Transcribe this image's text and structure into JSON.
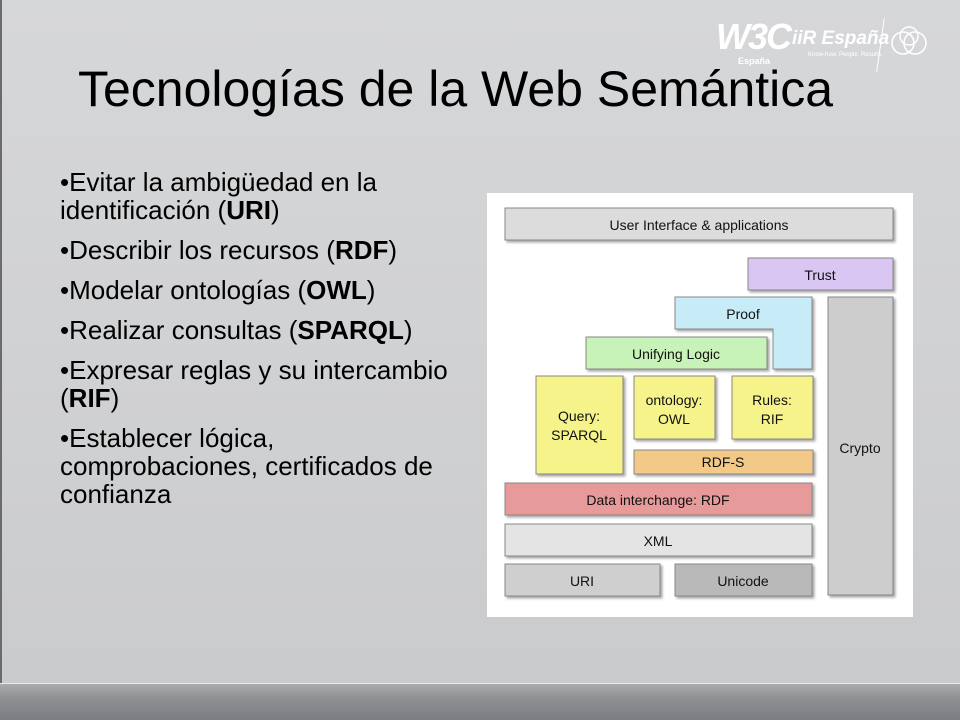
{
  "slide": {
    "title": "Tecnologías de la Web Semántica",
    "logos": {
      "w3c": "W3C",
      "w3c_sub": "España",
      "iir": "iiR España",
      "iir_tagline": "Know-how. People. Results."
    },
    "bullets": [
      {
        "pre": "•Evitar la ambigüedad en la identificación  (",
        "bold": "URI",
        "post": ")"
      },
      {
        "pre": "•Describir los recursos (",
        "bold": "RDF",
        "post": ")"
      },
      {
        "pre": "•Modelar ontologías (",
        "bold": "OWL",
        "post": ")"
      },
      {
        "pre": "•Realizar consultas (",
        "bold": "SPARQL",
        "post": ")"
      },
      {
        "pre": "•Expresar reglas y su intercambio (",
        "bold": "RIF",
        "post": ")"
      },
      {
        "pre": "•Establecer lógica, comprobaciones, certificados de confianza",
        "bold": "",
        "post": ""
      }
    ]
  },
  "stack": {
    "user_interface": "User Interface & applications",
    "trust": "Trust",
    "proof": "Proof",
    "unifying_logic": "Unifying Logic",
    "query_line1": "Query:",
    "query_line2": "SPARQL",
    "ontology_line1": "ontology:",
    "ontology_line2": "OWL",
    "rules_line1": "Rules:",
    "rules_line2": "RIF",
    "rdfs": "RDF-S",
    "crypto": "Crypto",
    "data_interchange": "Data interchange: RDF",
    "xml": "XML",
    "uri": "URI",
    "unicode": "Unicode"
  },
  "colors": {
    "ui": "#dcdcdc",
    "trust": "#d9c6f2",
    "proof": "#c7ecf7",
    "logic": "#c7f2b8",
    "yellow": "#f6f38a",
    "rdfs": "#f2c987",
    "rdf": "#e79a9a",
    "xml": "#e4e4e4",
    "uri": "#cfcfcf",
    "unicode": "#b9b9b9",
    "crypto": "#cdcdcd"
  }
}
